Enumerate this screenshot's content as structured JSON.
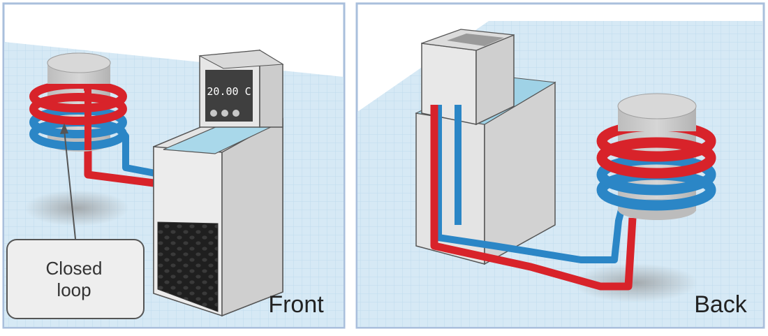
{
  "front": {
    "label": "Front",
    "display_readout": "20.00 C",
    "callout": {
      "line1": "Closed",
      "line2": "loop"
    }
  },
  "back": {
    "label": "Back"
  },
  "colors": {
    "panel_border": "#a9bfdc",
    "grid_floor": "#cfe4f2",
    "grid_line": "#a9cde4",
    "tube_red": "#d8232a",
    "tube_blue": "#2b86c6",
    "cylinder": "#c9c9c9",
    "unit_body": "#e2e2e2",
    "display": "#3f3f3f",
    "water": "#9fd2e6"
  },
  "icons": {
    "grille": "hexagon-vent-icon",
    "buttons": "round-button-icon"
  }
}
